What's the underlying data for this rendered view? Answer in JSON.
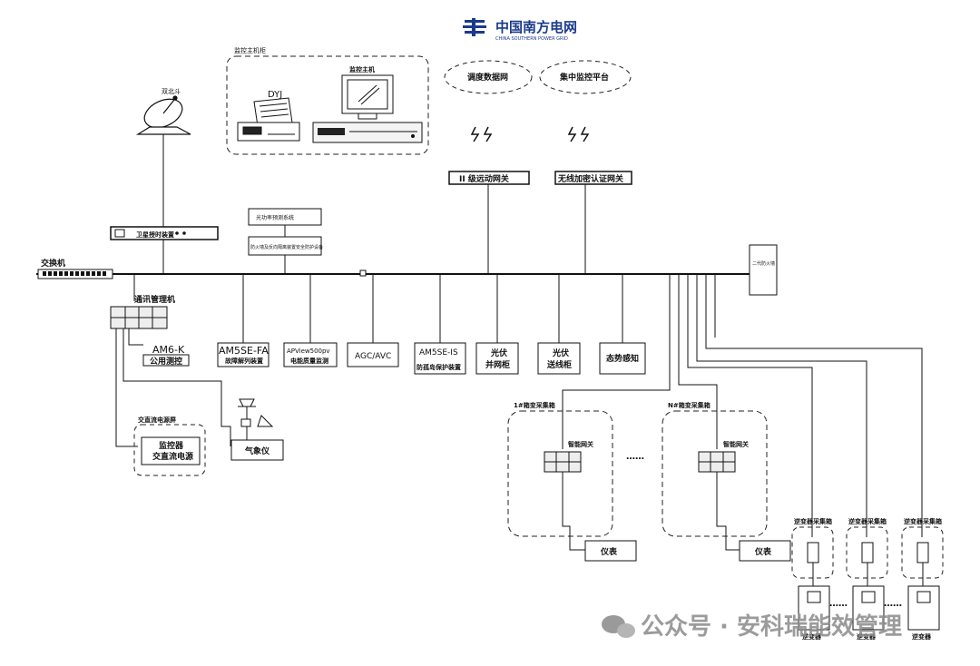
{
  "brand": {
    "name": "中国南方电网",
    "subname": "CHINA SOUTHERN POWER GRID",
    "color": "#1a3a8c"
  },
  "monitor_cabinet": {
    "title": "监控主机柜",
    "host_label": "监控主机",
    "printer_label": "DYJ"
  },
  "clouds": {
    "dispatch": "调度数据网",
    "central": "集中监控平台"
  },
  "satellite": {
    "label": "双北斗"
  },
  "clock_device": {
    "label": "卫星授时装置"
  },
  "switch": {
    "label": "交换机"
  },
  "gateways": {
    "level2": "II 级远动网关",
    "wireless": "无线加密认证网关"
  },
  "security_boxes": {
    "top": "光功率预测系统",
    "bottom": "防火墙及反向隔离装置安全防护设备"
  },
  "firewall": {
    "label": "二代防火墙"
  },
  "comm_manager": {
    "label": "通讯管理机"
  },
  "ac_dc_cabinet": {
    "title": "交直流电源屏",
    "line1": "监控器",
    "line2": "交直流电源"
  },
  "weather": {
    "label": "气象仪"
  },
  "bus_devices": [
    {
      "model": "AM6-K",
      "name": "公用测控"
    },
    {
      "model": "AM5SE-FA",
      "name": "故障解列装置"
    },
    {
      "model": "APView500pv",
      "name": "电能质量监测"
    },
    {
      "model": "AGC/AVC",
      "name": ""
    },
    {
      "model": "AM5SE-IS",
      "name": "防孤岛保护装置"
    },
    {
      "model": "光伏",
      "name": "并网柜"
    },
    {
      "model": "光伏",
      "name": "送线柜"
    },
    {
      "model": "态势感知",
      "name": ""
    }
  ],
  "collectors": [
    {
      "title": "1#箱变采集箱",
      "gateway": "智能网关",
      "meter": "仪表"
    },
    {
      "title": "N#箱变采集箱",
      "gateway": "智能网关",
      "meter": "仪表"
    }
  ],
  "ellipsis": "……",
  "inverter_boxes": [
    {
      "title": "逆变器采集箱",
      "inverter": "逆变器"
    },
    {
      "title": "逆变器采集箱",
      "inverter": "逆变器"
    },
    {
      "title": "逆变器采集箱",
      "inverter": "逆变器"
    }
  ],
  "watermark": "公众号 · 安科瑞能效管理"
}
